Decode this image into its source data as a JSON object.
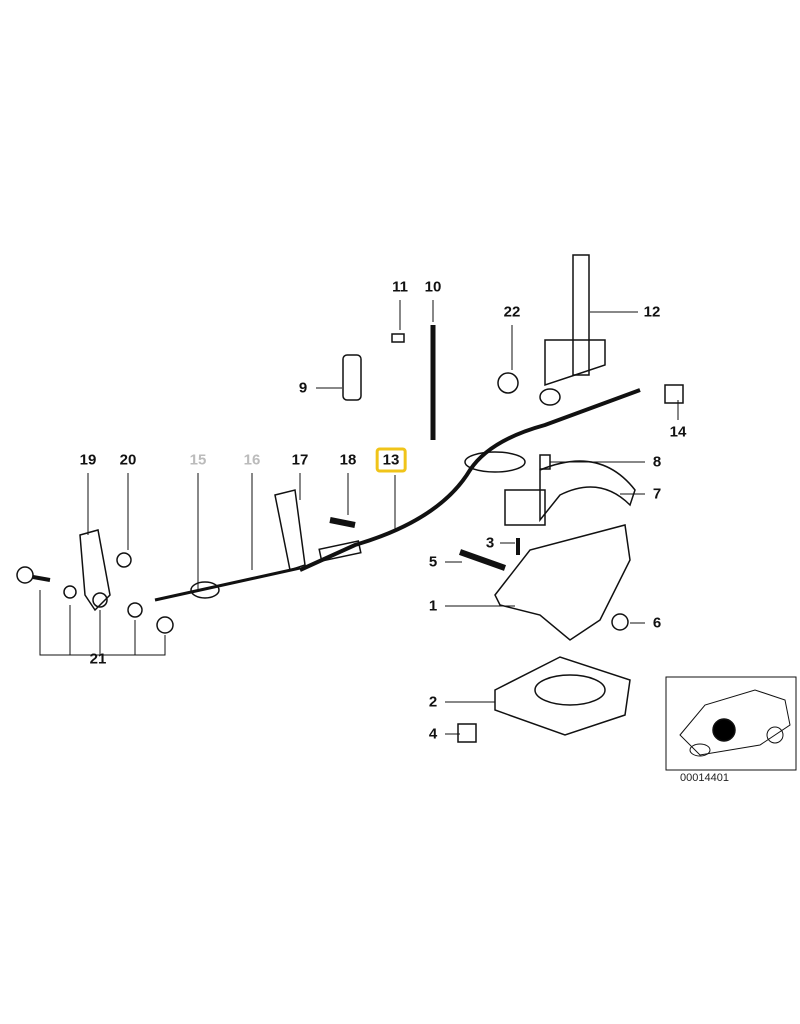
{
  "diagram": {
    "highlight_color": "#f0c419",
    "callouts": [
      {
        "id": "11",
        "label": "11",
        "state": "normal"
      },
      {
        "id": "10",
        "label": "10",
        "state": "normal"
      },
      {
        "id": "22",
        "label": "22",
        "state": "normal"
      },
      {
        "id": "12",
        "label": "12",
        "state": "normal"
      },
      {
        "id": "9",
        "label": "9",
        "state": "normal"
      },
      {
        "id": "14",
        "label": "14",
        "state": "normal"
      },
      {
        "id": "8",
        "label": "8",
        "state": "normal"
      },
      {
        "id": "19",
        "label": "19",
        "state": "normal"
      },
      {
        "id": "20",
        "label": "20",
        "state": "normal"
      },
      {
        "id": "15",
        "label": "15",
        "state": "disabled"
      },
      {
        "id": "16",
        "label": "16",
        "state": "disabled"
      },
      {
        "id": "17",
        "label": "17",
        "state": "normal"
      },
      {
        "id": "18",
        "label": "18",
        "state": "normal"
      },
      {
        "id": "13",
        "label": "13",
        "state": "selected"
      },
      {
        "id": "7",
        "label": "7",
        "state": "normal"
      },
      {
        "id": "3",
        "label": "3",
        "state": "normal"
      },
      {
        "id": "5",
        "label": "5",
        "state": "normal"
      },
      {
        "id": "1",
        "label": "1",
        "state": "normal"
      },
      {
        "id": "6",
        "label": "6",
        "state": "normal"
      },
      {
        "id": "21",
        "label": "21",
        "state": "normal"
      },
      {
        "id": "2",
        "label": "2",
        "state": "normal"
      },
      {
        "id": "4",
        "label": "4",
        "state": "normal"
      }
    ],
    "reference_number": "00014401"
  }
}
